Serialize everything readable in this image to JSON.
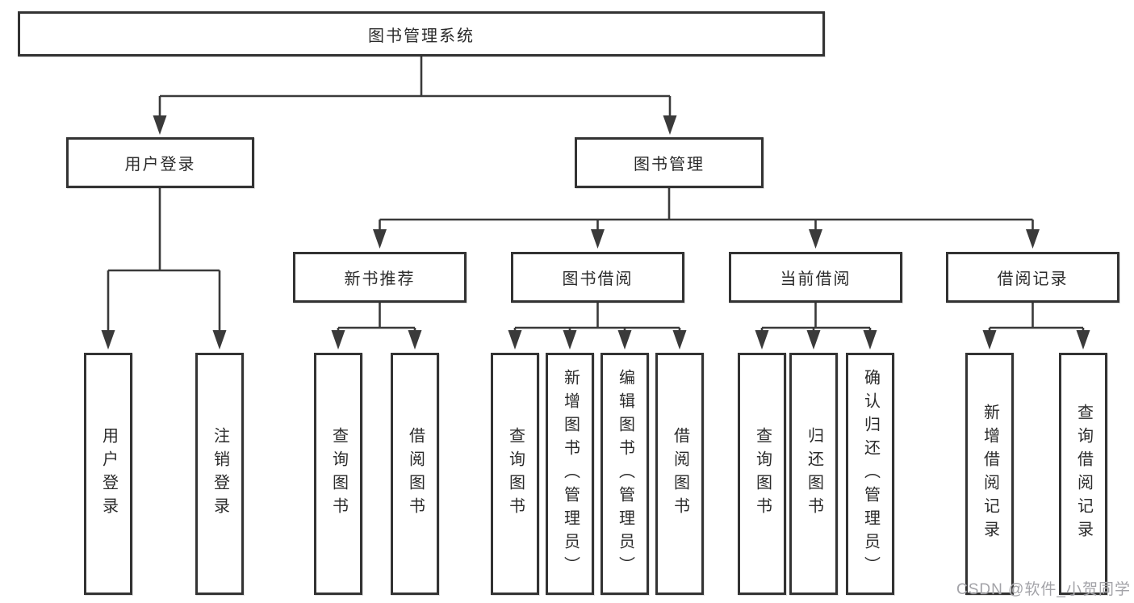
{
  "diagram": {
    "root": "图书管理系统",
    "level2": [
      "用户登录",
      "图书管理"
    ],
    "level3": [
      "新书推荐",
      "图书借阅",
      "当前借阅",
      "借阅记录"
    ],
    "leaves": {
      "user": [
        "用户登录",
        "注销登录"
      ],
      "recommend": [
        "查询图书",
        "借阅图书"
      ],
      "borrow": [
        "查询图书",
        "新增图书（管理员）",
        "编辑图书（管理员）",
        "借阅图书"
      ],
      "current": [
        "查询图书",
        "归还图书",
        "确认归还（管理员）"
      ],
      "record": [
        "新增借阅记录",
        "查询借阅记录"
      ]
    }
  },
  "watermark": "CSDN @软件_小贺同学",
  "colors": {
    "line": "#3a3a3a",
    "box_border": "#333333",
    "text": "#2b2b2b",
    "watermark": "#a3a3a8",
    "background": "#ffffff"
  }
}
